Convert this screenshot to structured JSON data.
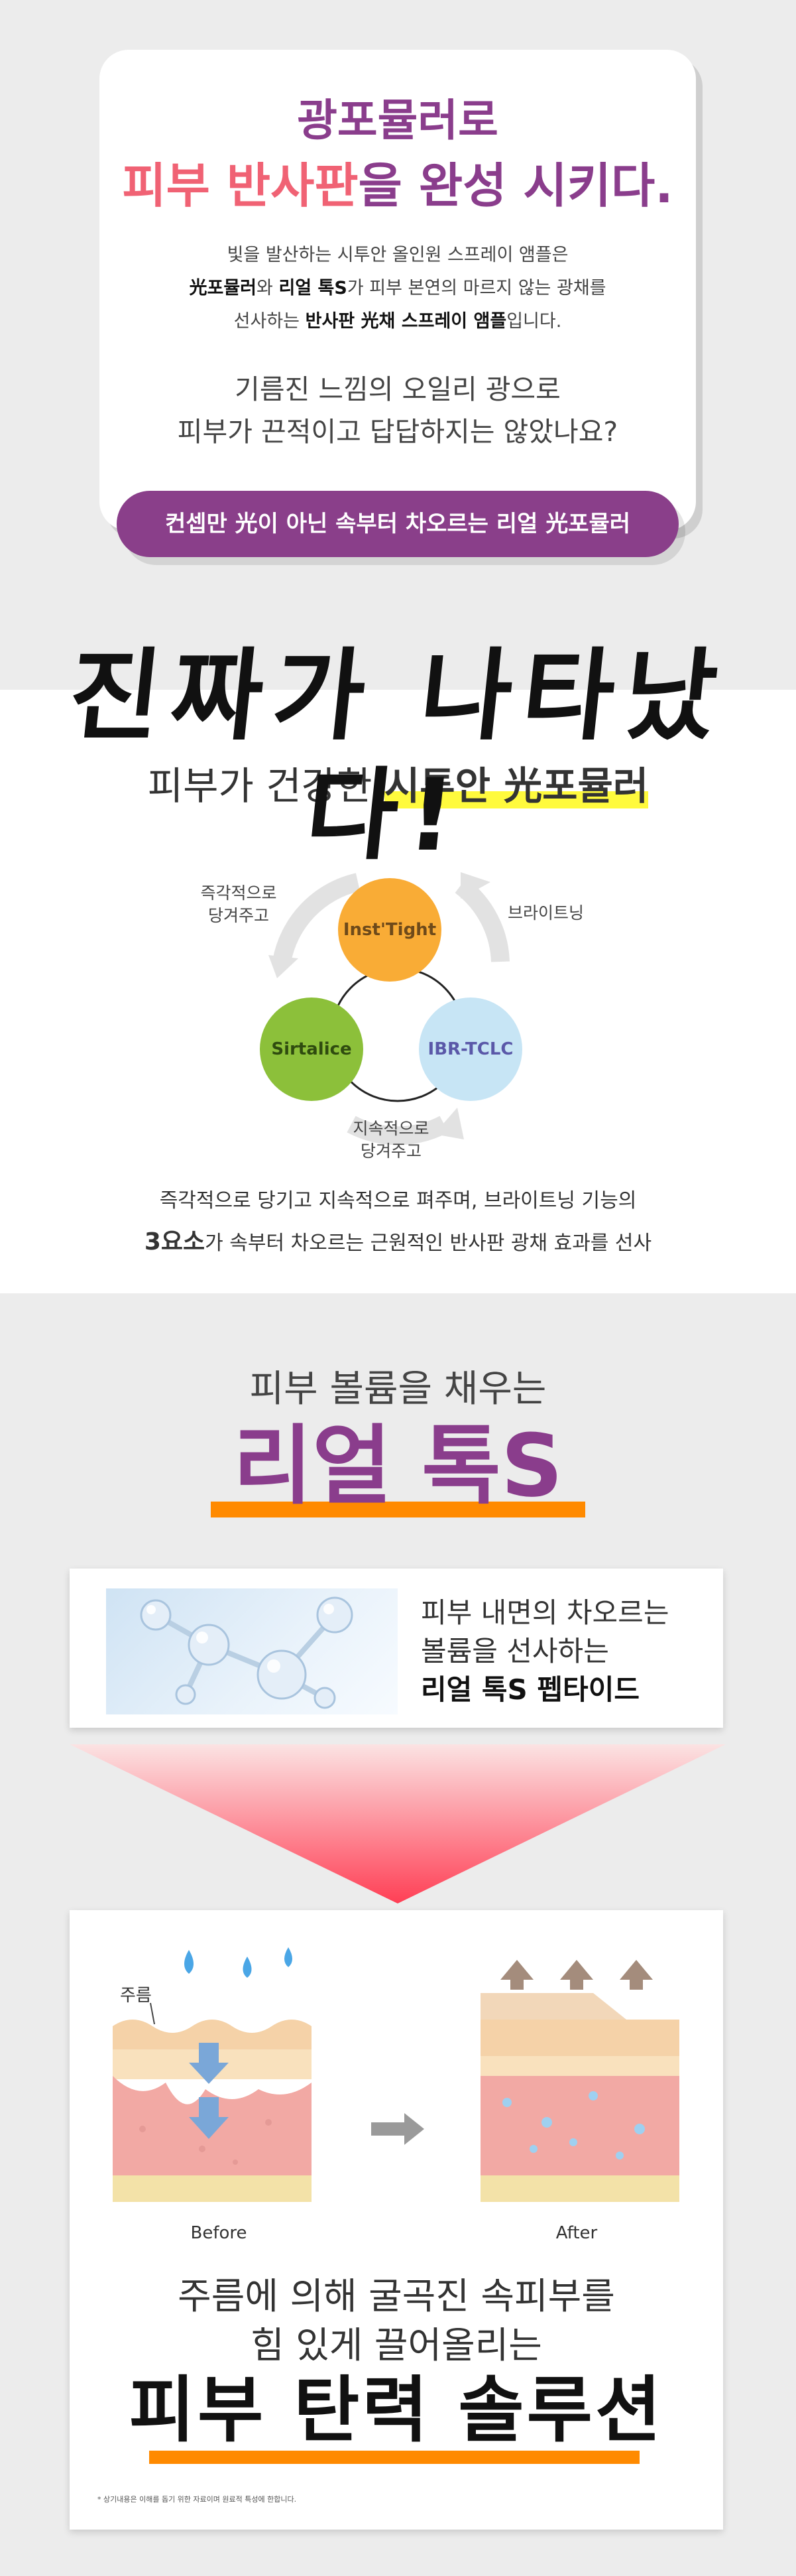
{
  "intro": {
    "title_line1": "광포뮬러로",
    "title_line2_pink": "피부 반사판",
    "title_line2_rest": "을 완성 시키다.",
    "desc_line1": "빛을 발산하는 시투안 올인원 스프레이 앰플은",
    "desc_line2_b1": "光포뮬러",
    "desc_line2_t1": "와 ",
    "desc_line2_b2": "리얼 톡S",
    "desc_line2_t2": "가 피부 본연의 마르지 않는 광채를",
    "desc_line3_t1": "선사하는 ",
    "desc_line3_b1": "반사판 光채 스프레이 앰플",
    "desc_line3_t2": "입니다.",
    "question_line1": "기름진 느낌의 오일리 광으로",
    "question_line2": "피부가 끈적이고 답답하지는 않았나요?",
    "pill_t1": "컨셉만 ",
    "pill_b1": "光",
    "pill_t2": "이 아닌 속부터 차오르는 리얼 ",
    "pill_b2": "光",
    "pill_t3": "포뮬러"
  },
  "headline": {
    "brush_text": "진짜가 나타났다!"
  },
  "formula": {
    "subtitle_plain": "피부가 건강한 ",
    "subtitle_highlight": "시투안 光포뮬러",
    "circles": [
      {
        "label": "Inst'Tight",
        "color": "#f9ac36",
        "text_color": "#6e4a1a"
      },
      {
        "label": "Sirtalice",
        "color": "#8cc03a",
        "text_color": "#2f4b0f"
      },
      {
        "label": "IBR-TCLC",
        "color": "#c7e5f5",
        "text_color": "#5a58a8"
      }
    ],
    "arrow_labels": {
      "left_line1": "즉각적으로",
      "left_line2": "당겨주고",
      "right": "브라이트닝",
      "bottom_line1": "지속적으로",
      "bottom_line2": "당겨주고"
    },
    "desc_line1": "즉각적으로 당기고 지속적으로 펴주며, 브라이트닝 기능의",
    "desc_line2_bold": "3요소",
    "desc_line2_rest": "가 속부터 차오르는 근원적인 반사판 광채 효과를 선사"
  },
  "realtok": {
    "subtitle": "피부 볼륨을 채우는",
    "title": "리얼 톡S",
    "peptide_line1": "피부 내면의 차오르는",
    "peptide_line2": "볼륨을 선사하는",
    "peptide_line3": "리얼 톡S 펩타이드",
    "wrinkle_label": "주름",
    "before_label": "Before",
    "after_label": "After",
    "wrinkle_line1": "주름에 의해 굴곡진 속피부를",
    "wrinkle_line2": "힘 있게 끌어올리는",
    "solution": "피부 탄력 솔루션",
    "footnote": "* 상기내용은 이해를 돕기 위한 자료이며 원료적 특성에 한합니다."
  },
  "colors": {
    "purple": "#8a3d8c",
    "pink": "#f06274",
    "orange": "#ff8a00",
    "yellow": "#fffa3d"
  }
}
